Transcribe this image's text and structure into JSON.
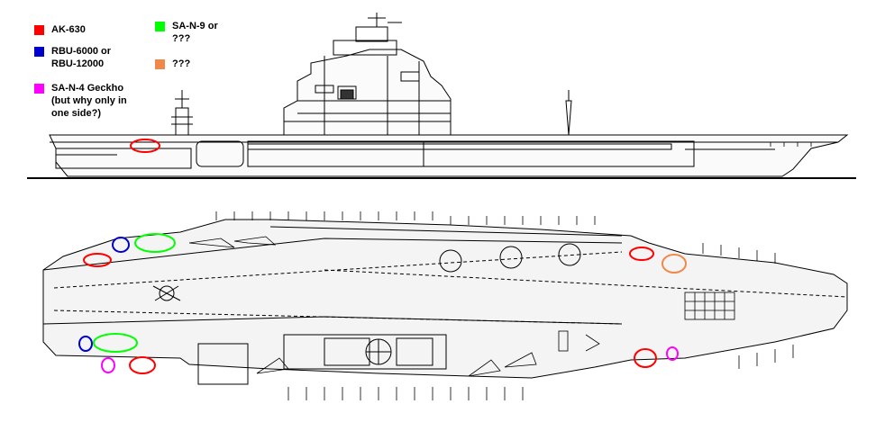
{
  "legend": [
    {
      "label": "AK-630",
      "color": "#ff0000"
    },
    {
      "label": "RBU-6000 or\nRBU-12000",
      "color": "#0000cc"
    },
    {
      "label": "SA-N-4 Geckho\n(but why only in\none side?)",
      "color": "#ff00ff"
    },
    {
      "label": "SA-N-9 or\n???",
      "color": "#00ff00"
    },
    {
      "label": "???",
      "color": "#f0884a"
    }
  ],
  "colors": {
    "ak630": "#ff0000",
    "rbu": "#0000cc",
    "sa_n_4": "#ff00ff",
    "sa_n_9": "#00ff00",
    "unknown": "#f0884a",
    "line": "#000000",
    "deck_fill": "#f4f4f4"
  }
}
